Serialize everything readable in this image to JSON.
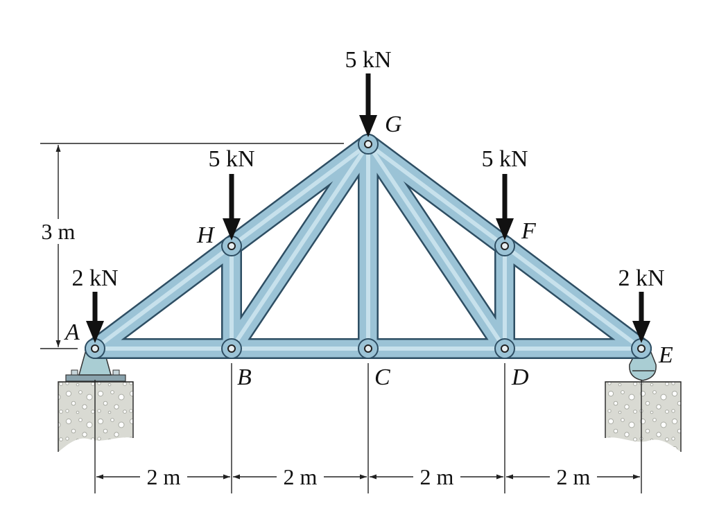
{
  "loads": {
    "G": "5 kN",
    "H": "5 kN",
    "F": "5 kN",
    "A": "2 kN",
    "E": "2 kN"
  },
  "nodes": {
    "A": "A",
    "B": "B",
    "C": "C",
    "D": "D",
    "E": "E",
    "F": "F",
    "G": "G",
    "H": "H"
  },
  "dimensions": {
    "height": "3 m",
    "spans": [
      "2 m",
      "2 m",
      "2 m",
      "2 m"
    ]
  },
  "colors": {
    "member_fill": "#9bc3d6",
    "member_edge": "#2e4e63",
    "support_fill": "#a9cdd3",
    "concrete": "#d8d9d2"
  }
}
